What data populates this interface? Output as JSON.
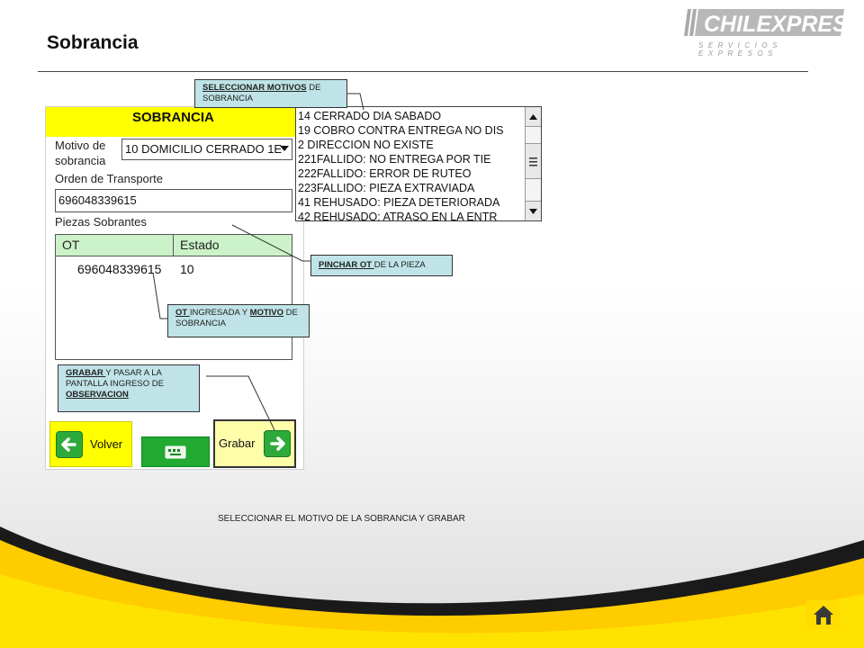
{
  "page": {
    "title": "Sobrancia",
    "bottom_note": "SELECCIONAR EL MOTIVO DE LA SOBRANCIA Y GRABAR"
  },
  "logo": {
    "name": "CHILEXPRESS",
    "tagline": "SERVICIOS EXPRESOS",
    "icon": "chilexpress-logo"
  },
  "device": {
    "header_title": "SOBRANCIA",
    "motivo_label_line1": "Motivo de",
    "motivo_label_line2": "sobrancia",
    "motivo_value": "10 DOMICILIO CERRADO 1E",
    "orden_label": "Orden de Transporte",
    "orden_value": "696048339615",
    "piezas_label": "Piezas Sobrantes",
    "table": {
      "headers": [
        "OT",
        "Estado"
      ],
      "rows": [
        {
          "ot": "696048339615",
          "estado": "10"
        }
      ]
    },
    "buttons": {
      "volver": "Volver",
      "grabar": "Grabar",
      "keyboard_icon": "keyboard-icon"
    }
  },
  "dropdown": {
    "items": [
      "14 CERRADO DIA SABADO",
      "19 COBRO CONTRA ENTREGA NO DIS",
      "2  DIRECCION NO EXISTE",
      "221FALLIDO: NO ENTREGA POR TIE",
      "222FALLIDO: ERROR DE RUTEO",
      "223FALLIDO: PIEZA EXTRAVIADA",
      "41 REHUSADO: PIEZA DETERIORADA",
      "42 REHUSADO: ATRASO EN LA ENTR"
    ]
  },
  "callouts": {
    "seleccionar": {
      "u1": "SELECCIONAR MOTIVOS",
      "rest": " DE SOBRANCIA"
    },
    "pinchar": {
      "u1": "PINCHAR OT ",
      "rest": "DE LA PIEZA"
    },
    "ot_ingresada": {
      "u1": " OT ",
      "mid": "INGRESADA Y ",
      "u2": "MOTIVO",
      "rest": " DE SOBRANCIA"
    },
    "grabar": {
      "u1": " GRABAR ",
      "mid": "Y PASAR A LA PANTALLA INGRESO DE ",
      "u2": "OBSERVACION"
    }
  },
  "colors": {
    "yellow": "#ffff00",
    "callout": "#bfe3e6",
    "green": "#2eaa3a",
    "table_header": "#ccf2c9"
  }
}
